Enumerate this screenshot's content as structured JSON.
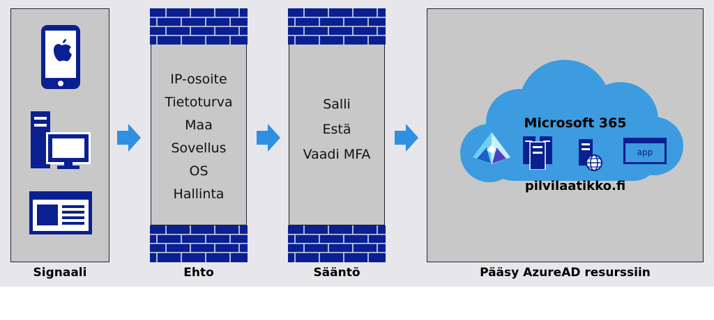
{
  "signal": {
    "label": "Signaali",
    "icons": [
      "phone-apple-icon",
      "desktop-computer-icon",
      "browser-window-icon"
    ]
  },
  "condition": {
    "label": "Ehto",
    "items": [
      "IP-osoite",
      "Tietoturva",
      "Maa",
      "Sovellus",
      "OS",
      "Hallinta"
    ]
  },
  "rule": {
    "label": "Sääntö",
    "items": [
      "Salli",
      "Estä",
      "Vaadi MFA"
    ]
  },
  "access": {
    "label": "Pääsy AzureAD resurssiin",
    "cloud_title": "Microsoft 365",
    "cloud_subtitle": "pilvilaatikko.fi",
    "app_label": "app",
    "icons": [
      "azure-ad-icon",
      "server-icon",
      "web-server-icon",
      "app-window-icon"
    ]
  },
  "colors": {
    "navy": "#0a2090",
    "arrow": "#2f8fe0",
    "cloud": "#3d9be0",
    "box": "#c8c8c8"
  }
}
